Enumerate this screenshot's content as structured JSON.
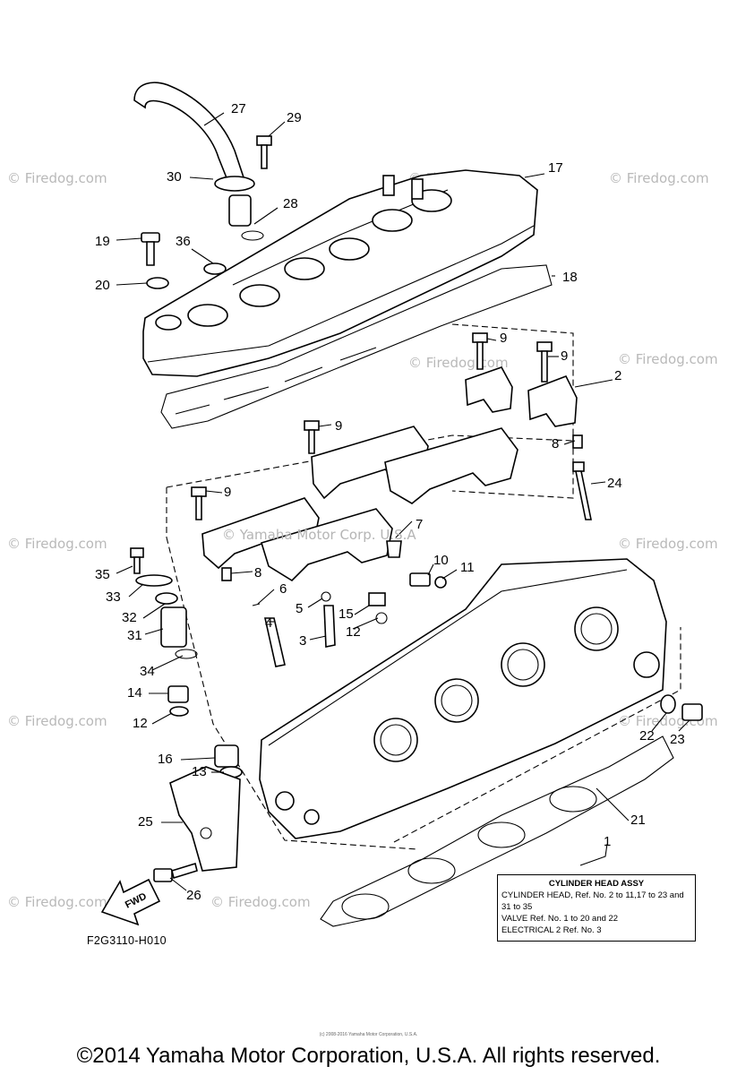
{
  "watermark_text": "© Firedog.com",
  "overlay_watermark": "© Yamaha Motor Corp. U.S.A",
  "part_numbers": {
    "p1": "1",
    "p2": "2",
    "p3": "3",
    "p4": "4",
    "p5": "5",
    "p6": "6",
    "p7": "7",
    "p8a": "8",
    "p8b": "8",
    "p9a": "9",
    "p9b": "9",
    "p9c": "9",
    "p9d": "9",
    "p10": "10",
    "p11": "11",
    "p12a": "12",
    "p12b": "12",
    "p13": "13",
    "p14": "14",
    "p15": "15",
    "p16": "16",
    "p17": "17",
    "p18": "18",
    "p19": "19",
    "p20": "20",
    "p21": "21",
    "p22": "22",
    "p23": "23",
    "p24": "24",
    "p25": "25",
    "p26": "26",
    "p27": "27",
    "p28": "28",
    "p29": "29",
    "p30": "30",
    "p31": "31",
    "p32": "32",
    "p33": "33",
    "p34": "34",
    "p35": "35",
    "p36": "36"
  },
  "fwd_label": "FWD",
  "legend": {
    "title": "CYLINDER HEAD ASSY",
    "line1": "CYLINDER HEAD, Ref. No. 2 to 11,17 to 23 and 31 to 35",
    "line2": "VALVE  Ref. No. 1 to 20 and 22",
    "line3": "ELECTRICAL 2  Ref. No. 3"
  },
  "figure_code": "F2G3110-H010",
  "fine_print": "(c) 2008-2016 Yamaha Motor Corporation, U.S.A.",
  "copyright": "©2014 Yamaha Motor Corporation, U.S.A. All rights reserved."
}
